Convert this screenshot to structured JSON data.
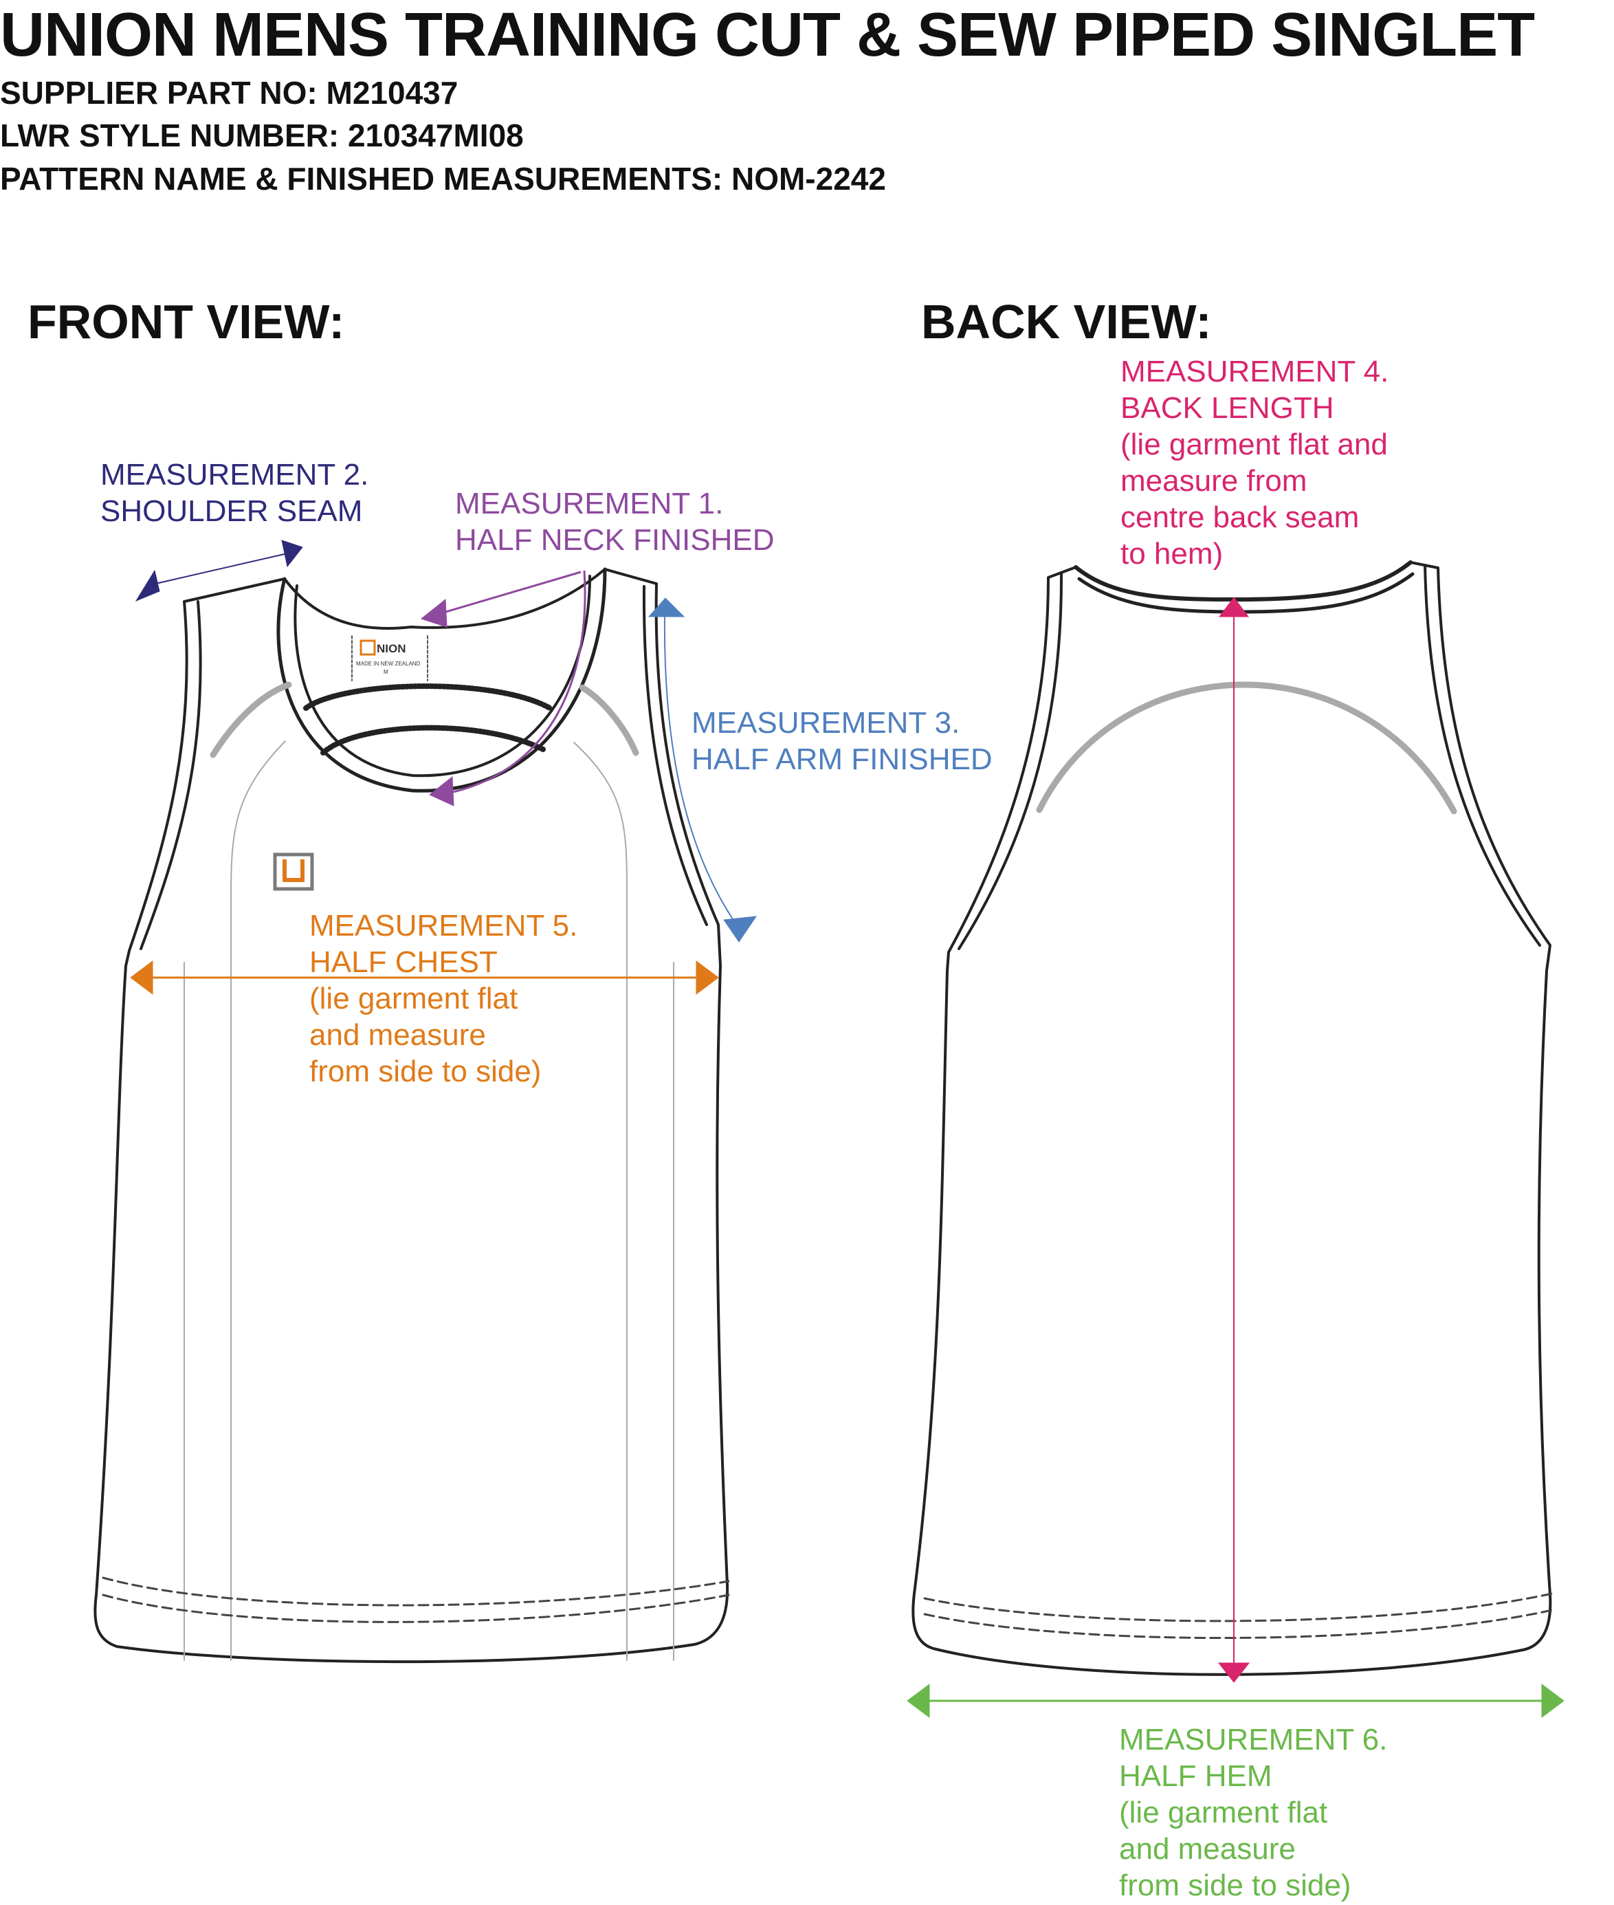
{
  "header": {
    "title": "UNION MENS TRAINING CUT & SEW PIPED SINGLET",
    "supplier_part": "SUPPLIER PART NO: M210437",
    "style_number": "LWR STYLE NUMBER: 210347MI08",
    "pattern": "PATTERN NAME & FINISHED MEASUREMENTS: NOM-2242"
  },
  "views": {
    "front_label": "FRONT VIEW:",
    "back_label": "BACK VIEW:"
  },
  "brand": {
    "label_text": "NION",
    "label_sub": "MADE IN NEW ZEALAND",
    "label_size": "M"
  },
  "colors": {
    "m1": "#8e4a9e",
    "m2": "#2e2a7a",
    "m3": "#4f7fbf",
    "m4": "#d9246e",
    "m5": "#e07a18",
    "m6": "#6ab84a"
  },
  "measurements": {
    "m1": {
      "line1": "MEASUREMENT 1.",
      "line2": "HALF NECK FINISHED"
    },
    "m2": {
      "line1": "MEASUREMENT 2.",
      "line2": "SHOULDER SEAM"
    },
    "m3": {
      "line1": "MEASUREMENT 3.",
      "line2": "HALF ARM FINISHED"
    },
    "m4": {
      "line1": "MEASUREMENT 4.",
      "line2": "BACK LENGTH",
      "line3": "(lie garment flat and",
      "line4": "measure from",
      "line5": "centre back seam",
      "line6": "to hem)"
    },
    "m5": {
      "line1": "MEASUREMENT 5.",
      "line2": "HALF CHEST",
      "line3": "(lie garment flat",
      "line4": "and measure",
      "line5": "from side to side)"
    },
    "m6": {
      "line1": "MEASUREMENT 6.",
      "line2": "HALF HEM",
      "line3": "(lie garment flat",
      "line4": "and measure",
      "line5": "from side to side)"
    }
  }
}
